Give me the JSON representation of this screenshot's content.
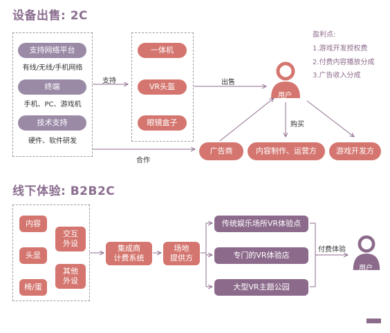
{
  "section1": {
    "title": "设备出售: 2C",
    "left_box": {
      "items": [
        {
          "label": "支持网络平台",
          "sub": "有线/无线/手机网络"
        },
        {
          "label": "终端",
          "sub": "手机、PC、游戏机"
        },
        {
          "label": "技术支持",
          "sub": "硬件、软件研发"
        }
      ]
    },
    "support_label": "支持",
    "devices": [
      "一体机",
      "VR头盔",
      "眼镜盒子"
    ],
    "sell_label": "出售",
    "user_label": "用户",
    "buy_label": "购买",
    "cooperate_label": "合作",
    "bottom_nodes": [
      "广告商",
      "内容制作、运营方",
      "游戏开发方"
    ],
    "profit": {
      "title": "盈利点:",
      "items": [
        "1.游戏开发授权费",
        "2.付费内容播放分成",
        "3.广告收入分成"
      ]
    }
  },
  "section2": {
    "title": "线下体验: B2B2C",
    "left_items": [
      "内容",
      "头显",
      "椅/蛋"
    ],
    "right_items": [
      "交互\n外设",
      "其他\n外设"
    ],
    "integrator": "集成商\n计费系统",
    "venue": "场地\n提供方",
    "venues": [
      "传统娱乐场所VR体验点",
      "专门的VR体验店",
      "大型VR主题公园"
    ],
    "pay_label": "付费体验",
    "user_label": "用户"
  },
  "colors": {
    "title": "#8a6d8f",
    "purple": "#9a8aa6",
    "red": "#d4766f",
    "deep": "#8c6a8b",
    "user_red": "#d4766f",
    "user_purple": "#8c6a8b"
  }
}
